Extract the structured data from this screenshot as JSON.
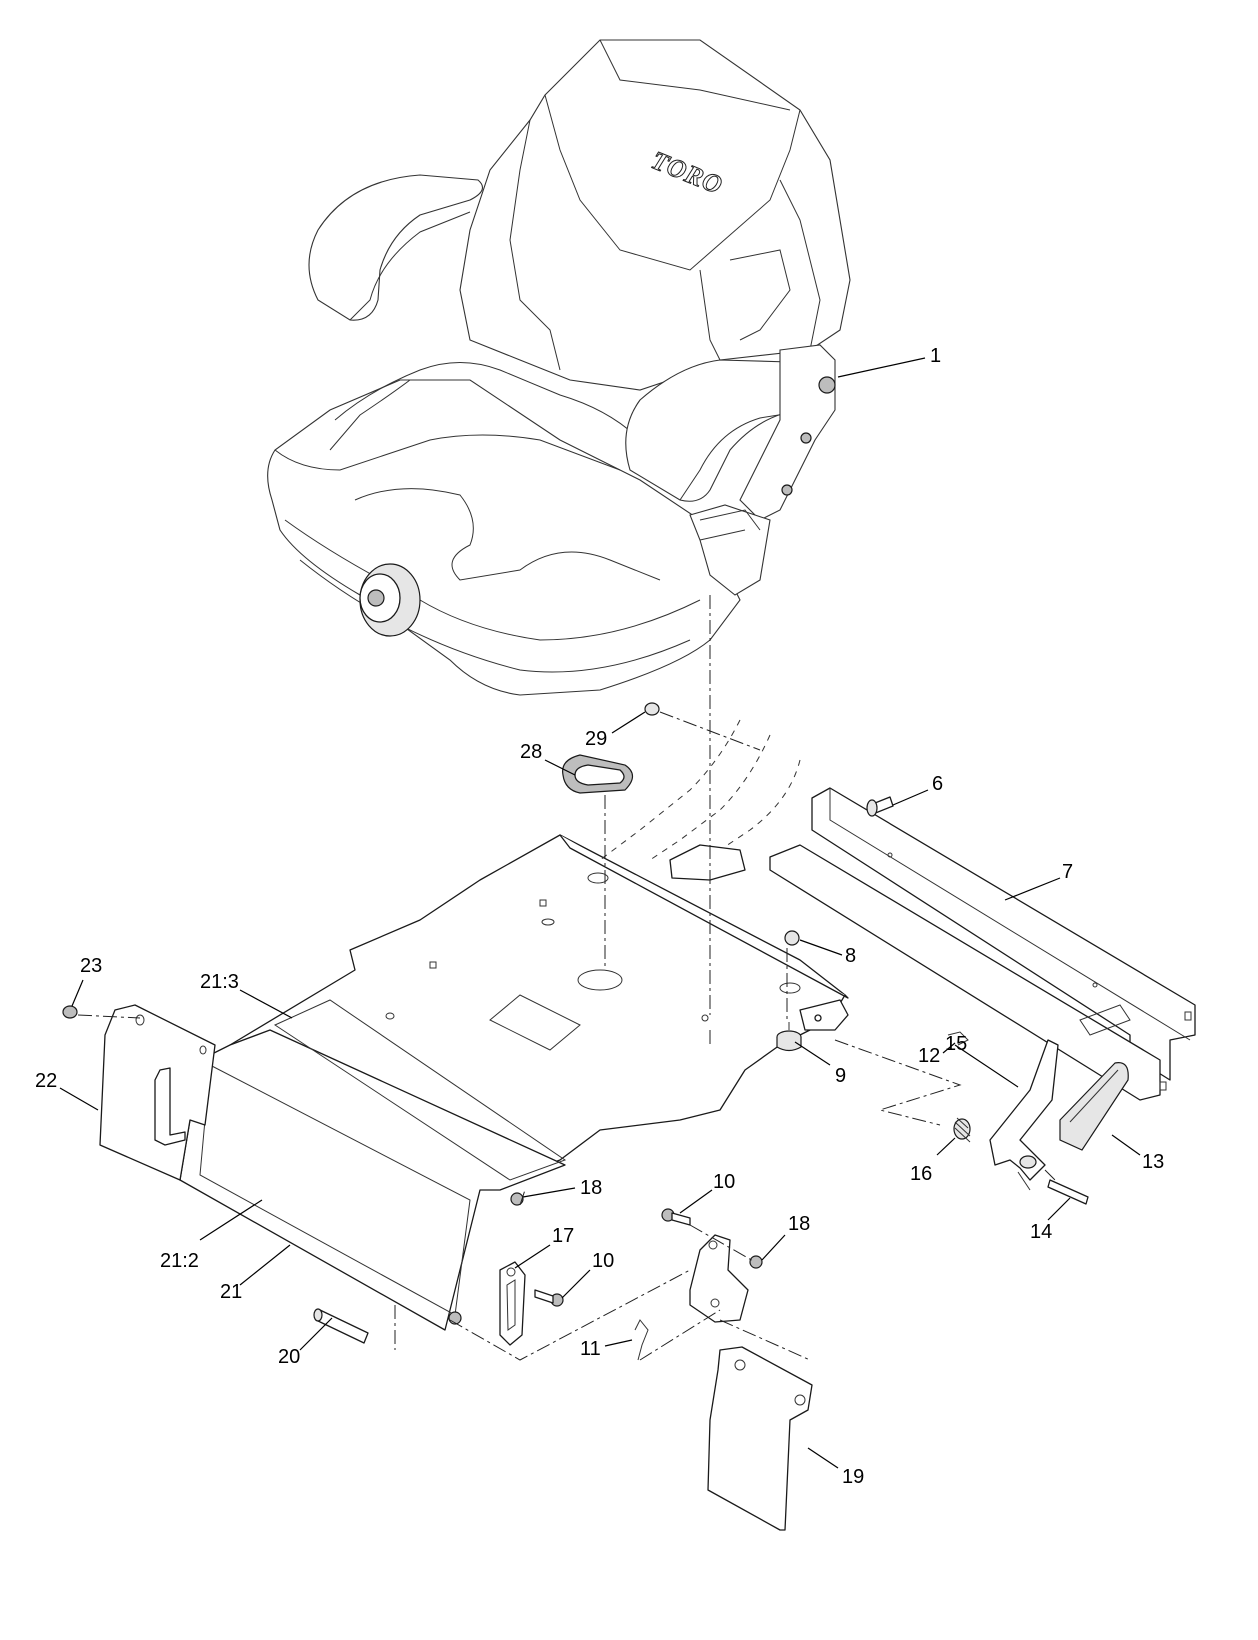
{
  "brand_mark": "TORO",
  "callouts": [
    {
      "id": "p1",
      "label": "1"
    },
    {
      "id": "p6",
      "label": "6"
    },
    {
      "id": "p7",
      "label": "7"
    },
    {
      "id": "p8",
      "label": "8"
    },
    {
      "id": "p9",
      "label": "9"
    },
    {
      "id": "p10a",
      "label": "10"
    },
    {
      "id": "p10b",
      "label": "10"
    },
    {
      "id": "p11",
      "label": "11"
    },
    {
      "id": "p12",
      "label": "12"
    },
    {
      "id": "p13",
      "label": "13"
    },
    {
      "id": "p14",
      "label": "14"
    },
    {
      "id": "p15",
      "label": "15"
    },
    {
      "id": "p16",
      "label": "16"
    },
    {
      "id": "p17",
      "label": "17"
    },
    {
      "id": "p18a",
      "label": "18"
    },
    {
      "id": "p18b",
      "label": "18"
    },
    {
      "id": "p19",
      "label": "19"
    },
    {
      "id": "p20",
      "label": "20"
    },
    {
      "id": "p21",
      "label": "21"
    },
    {
      "id": "p21_2",
      "label": "21:2"
    },
    {
      "id": "p21_3",
      "label": "21:3"
    },
    {
      "id": "p22",
      "label": "22"
    },
    {
      "id": "p23",
      "label": "23"
    },
    {
      "id": "p28",
      "label": "28"
    },
    {
      "id": "p29",
      "label": "29"
    }
  ]
}
